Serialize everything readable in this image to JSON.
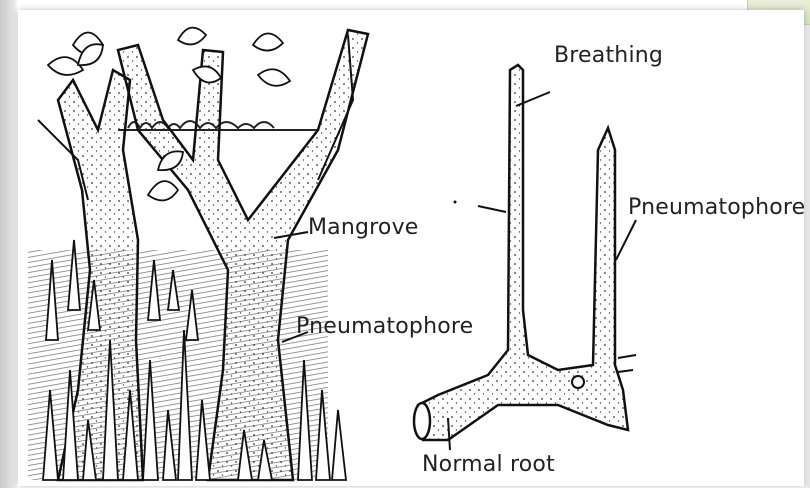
{
  "labels": {
    "breathing": "Breathing",
    "mangrove": "Mangrove",
    "pneumatophore_right": "Pneumatophore",
    "pneumatophore_left": "Pneumatophore",
    "normal_root": "Normal root"
  }
}
